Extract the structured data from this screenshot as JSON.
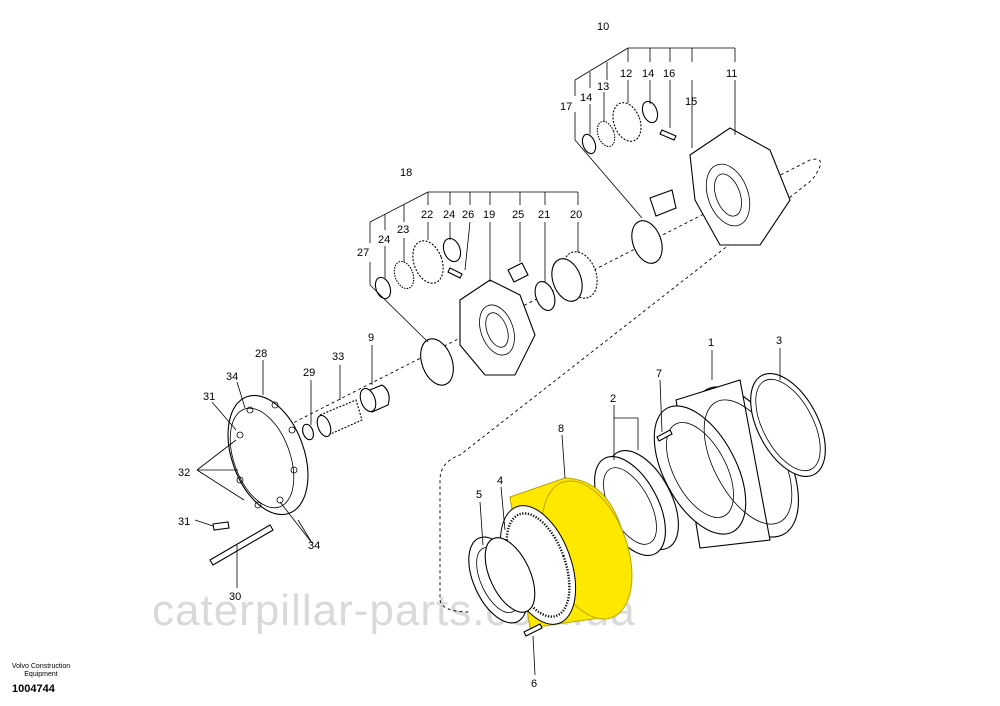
{
  "callouts": {
    "c1": "1",
    "c2": "2",
    "c3": "3",
    "c4": "4",
    "c5": "5",
    "c6": "6",
    "c7": "7",
    "c8": "8",
    "c9": "9",
    "c10": "10",
    "c11": "11",
    "c12": "12",
    "c13": "13",
    "c14a": "14",
    "c14b": "14",
    "c15": "15",
    "c16": "16",
    "c17": "17",
    "c18": "18",
    "c19": "19",
    "c20": "20",
    "c21": "21",
    "c22": "22",
    "c23": "23",
    "c24": "24",
    "c25": "25",
    "c26": "26",
    "c27": "27",
    "c28": "28",
    "c29": "29",
    "c30": "30",
    "c31a": "31",
    "c31b": "31",
    "c32": "32",
    "c33": "33",
    "c34a": "34",
    "c34b": "34"
  },
  "watermark": "caterpillar-parts.com.ua",
  "footer": {
    "brand_line1": "Volvo Construction",
    "brand_line2": "Equipment",
    "drawing_number": "1004744"
  },
  "colors": {
    "highlight": "#ffe800",
    "highlight_stroke": "#b8a400",
    "ink": "#000000",
    "watermark": "#d9d9d9"
  }
}
